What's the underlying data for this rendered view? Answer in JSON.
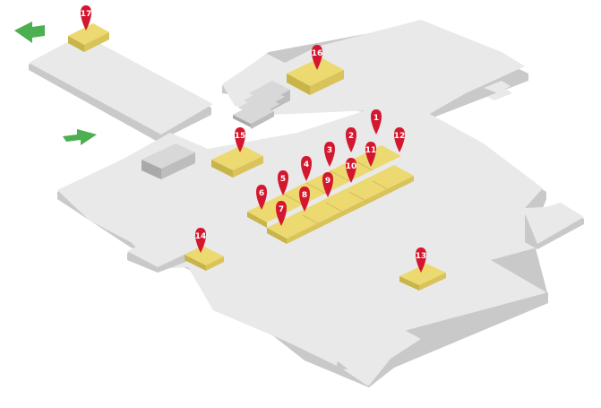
{
  "colors": {
    "floor": "#e9e9e9",
    "block": "#ecd96f",
    "pin": "#d3172e",
    "arrow": "#4caf50"
  },
  "markers": [
    {
      "id": "1",
      "label": "1"
    },
    {
      "id": "2",
      "label": "2"
    },
    {
      "id": "3",
      "label": "3"
    },
    {
      "id": "4",
      "label": "4"
    },
    {
      "id": "5",
      "label": "5"
    },
    {
      "id": "6",
      "label": "6"
    },
    {
      "id": "7",
      "label": "7"
    },
    {
      "id": "8",
      "label": "8"
    },
    {
      "id": "9",
      "label": "9"
    },
    {
      "id": "10",
      "label": "10"
    },
    {
      "id": "11",
      "label": "11"
    },
    {
      "id": "12",
      "label": "12"
    },
    {
      "id": "13",
      "label": "13"
    },
    {
      "id": "14",
      "label": "14"
    },
    {
      "id": "15",
      "label": "15"
    },
    {
      "id": "16",
      "label": "16"
    },
    {
      "id": "17",
      "label": "17"
    }
  ],
  "icons": [
    "map-pin-icon",
    "exit-arrow-icon",
    "stairs-icon"
  ]
}
